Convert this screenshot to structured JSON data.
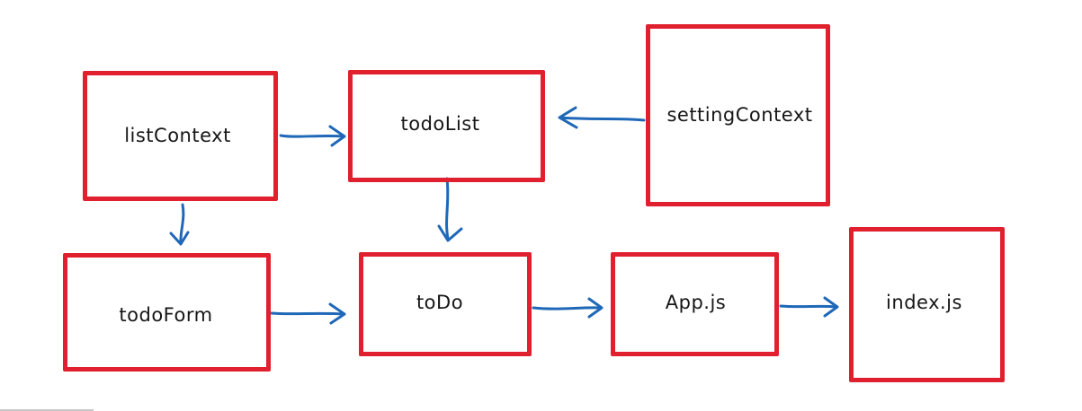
{
  "diagram": {
    "nodes": [
      {
        "id": "listContext",
        "label": "listContext"
      },
      {
        "id": "todoList",
        "label": "todoList"
      },
      {
        "id": "settingContext",
        "label": "settingContext"
      },
      {
        "id": "todoForm",
        "label": "todoForm"
      },
      {
        "id": "toDo",
        "label": "toDo"
      },
      {
        "id": "appjs",
        "label": "App.js"
      },
      {
        "id": "indexjs",
        "label": "index.js"
      }
    ],
    "edges": [
      {
        "from": "listContext",
        "to": "todoList"
      },
      {
        "from": "settingContext",
        "to": "todoList"
      },
      {
        "from": "listContext",
        "to": "todoForm"
      },
      {
        "from": "todoList",
        "to": "toDo"
      },
      {
        "from": "todoForm",
        "to": "toDo"
      },
      {
        "from": "toDo",
        "to": "App.js"
      },
      {
        "from": "App.js",
        "to": "index.js"
      }
    ],
    "colors": {
      "box_border": "#e0202f",
      "arrow": "#1f68b8",
      "text": "#161616",
      "background": "#ffffff"
    }
  }
}
